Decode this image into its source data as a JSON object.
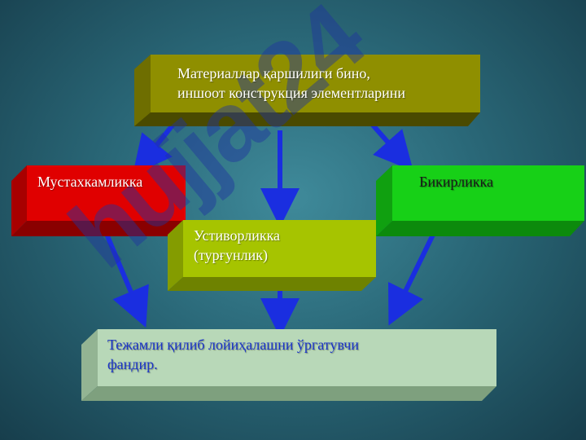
{
  "watermark": "hujjat24",
  "boxes": {
    "top": "Материаллар қаршилиги  бино,\nиншоот конструкция элементларини",
    "left": "Мустахкамликка",
    "right": "Бикирликка",
    "middle": "Устиворликка\n(турғунлик)",
    "bottom": "Тежамли қилиб лойиҳалашни ўргатувчи\nфандир."
  },
  "colors": {
    "top": "#8f8f00",
    "left": "#e00000",
    "right": "#17d017",
    "middle": "#a6c400",
    "bottom": "#b8d8b8",
    "arrow": "#1a2ee0"
  }
}
